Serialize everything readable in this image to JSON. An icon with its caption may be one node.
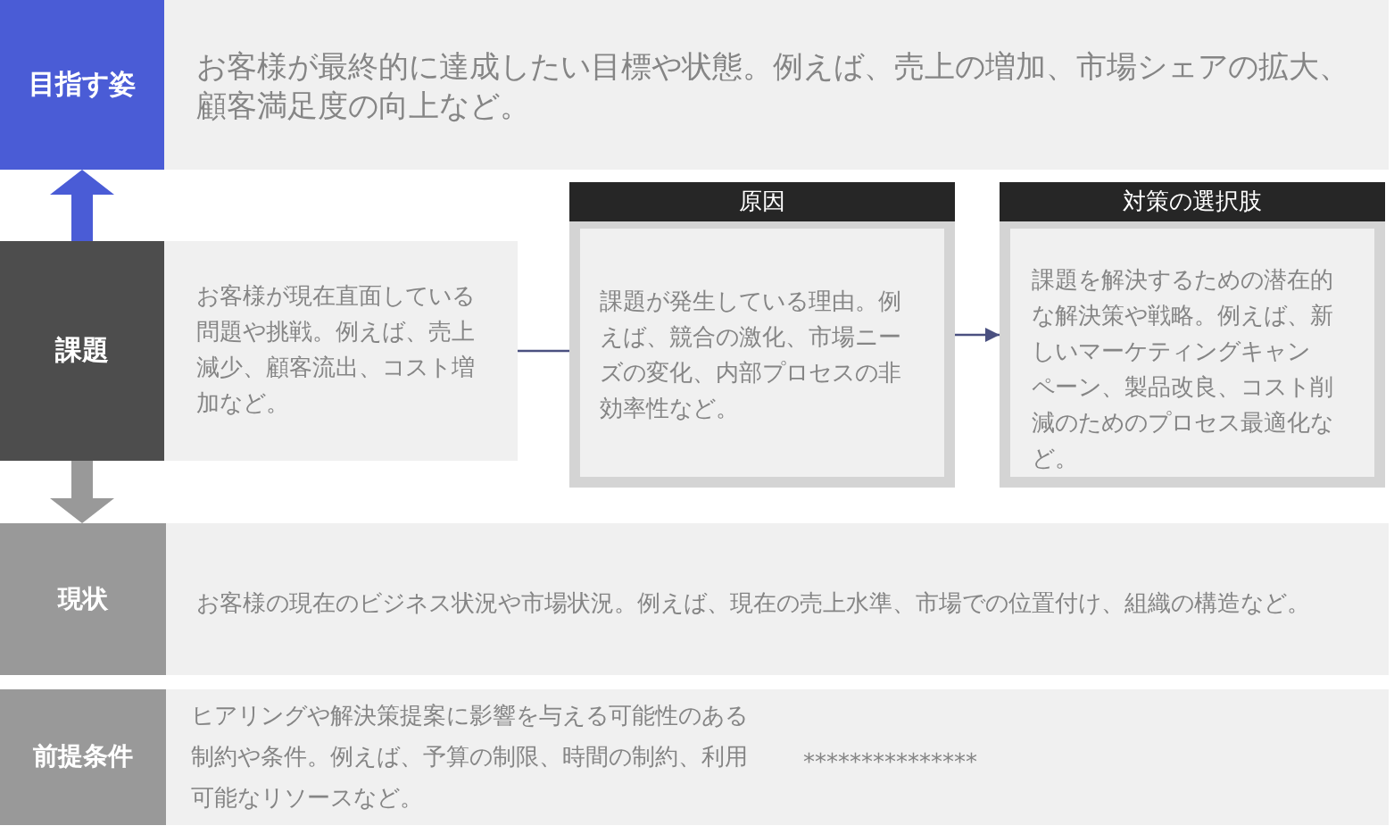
{
  "diagram": {
    "nodes": [
      {
        "text": [
          "目指す姿",
          "お客様が最終的に達成したい目標や状態。例えば、売上の増加、市場シェアの拡大、顧客満足度の向上など。"
        ]
      },
      {
        "text": [
          "課題",
          "お客様が現在直面している問題や挑戦。例えば、売上減少、顧客流出、コスト増加など。"
        ]
      },
      {
        "text": [
          "原因",
          "課題が発生している理由。例えば、競合の激化、市場ニーズの変化、内部プロセスの非効率性など。"
        ]
      },
      {
        "text": [
          "対策の選択肢",
          "課題を解決するための潜在的な解決策や戦略。例えば、新しいマーケティングキャンペーン、製品改良、コスト削減のためのプロセス最適化など。"
        ]
      },
      {
        "text": [
          "現状",
          "お客様の現在のビジネス状況や市場状況。例えば、現在の売上水準、市場での位置付け、組織の構造など。"
        ]
      },
      {
        "text": [
          "前提条件",
          "ヒアリングや解決策提案に影響を与える可能性のある制約や条件。例えば、予算の制限、時間の制約、利用可能なリソースなど。",
          "***************"
        ]
      }
    ],
    "edges": [
      {
        "from": 1,
        "to": 0,
        "arrow": "to",
        "style": "thick",
        "color": "#4a5cd6"
      },
      {
        "from": 1,
        "to": 4,
        "arrow": "to",
        "style": "thick",
        "color": "#999999"
      },
      {
        "from": 1,
        "to": 2,
        "arrow": "none"
      },
      {
        "from": 2,
        "to": 3,
        "arrow": "to"
      }
    ]
  }
}
